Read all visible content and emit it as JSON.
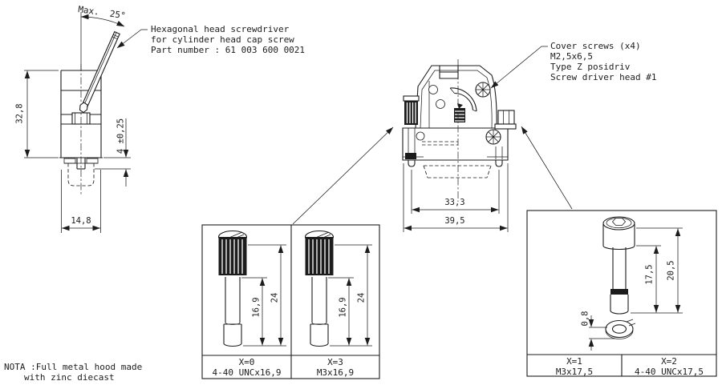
{
  "drawing": {
    "background_color": "#ffffff",
    "ink_color": "#1c1c1c",
    "angle_label": "Max.  25°",
    "screwdriver_note": [
      "Hexagonal head screwdriver",
      "for cylinder head cap screw",
      "Part number : 61 003 600 0021"
    ],
    "cover_note": [
      "Cover screws (x4)",
      "M2,5x6,5",
      "Type Z posidriv",
      "Screw driver head #1"
    ],
    "side_view": {
      "height": "32,8",
      "gap": "4 ±0,25",
      "width": "14,8"
    },
    "front_view": {
      "inner_width": "33,3",
      "outer_width": "39,5"
    },
    "thumbscrew_box": {
      "cells": [
        {
          "total_len": "24",
          "thread_len": "16,9",
          "variant": "X=0",
          "spec": "4-40 UNCx16,9"
        },
        {
          "total_len": "24",
          "thread_len": "16,9",
          "variant": "X=3",
          "spec": "M3x16,9"
        }
      ]
    },
    "capscrew_box": {
      "thread_len": "17,5",
      "total_len": "20,5",
      "washer": "0,8",
      "cells": [
        {
          "variant": "X=1",
          "spec": "M3x17,5"
        },
        {
          "variant": "X=2",
          "spec": "4-40 UNCx17,5"
        }
      ]
    },
    "note": [
      "NOTA :Full metal hood made",
      "with zinc diecast"
    ]
  }
}
